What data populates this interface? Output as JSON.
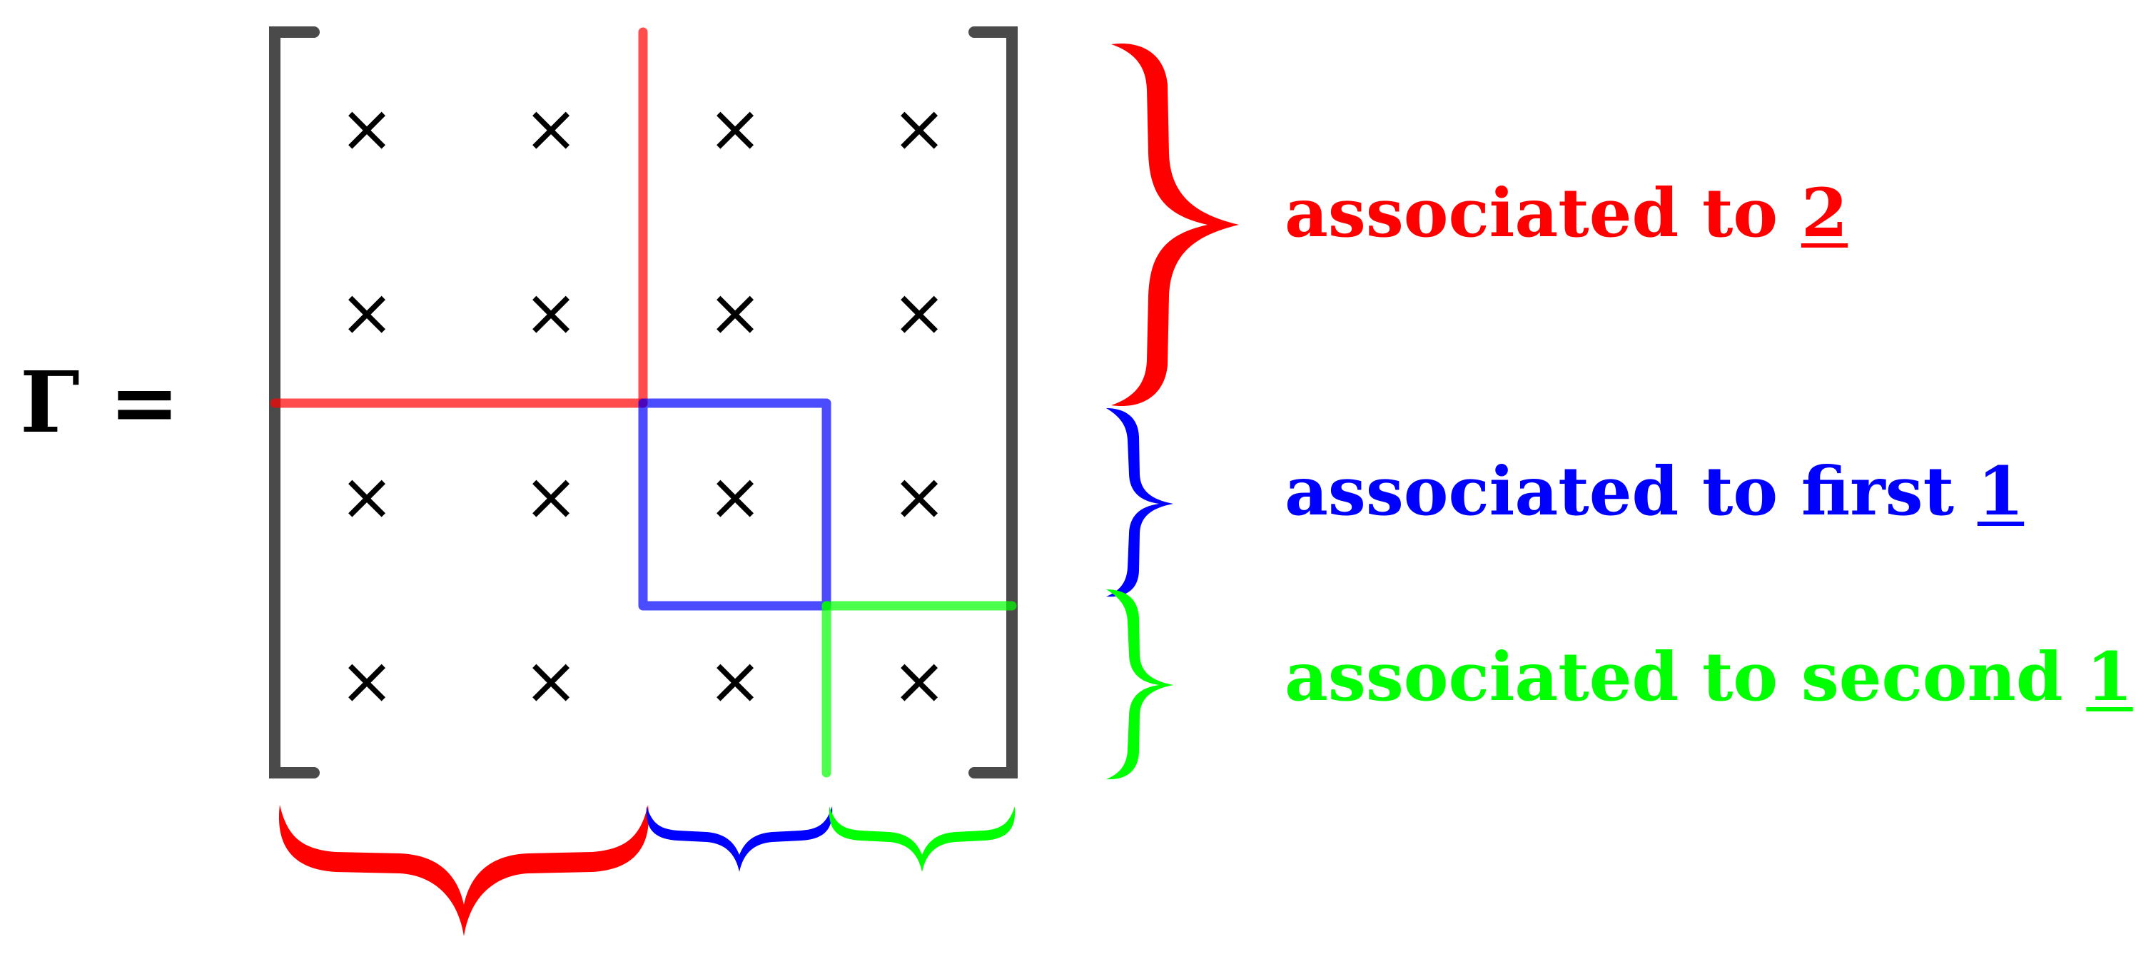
{
  "equation": {
    "lhs": "Γ",
    "equals": "="
  },
  "matrix": {
    "rows": 4,
    "cols": 4,
    "entry_symbol": "×"
  },
  "colors": {
    "red": "#ff0000",
    "blue": "#0000ff",
    "green": "#00ff00",
    "bracket": "#4a4a4a",
    "entry": "#000000"
  },
  "annotations": [
    {
      "id": "two",
      "prefix": "associated to ",
      "rep": "2",
      "color": "#ff0000"
    },
    {
      "id": "first-one",
      "prefix": "associated to first ",
      "rep": "1",
      "color": "#0000ff"
    },
    {
      "id": "second-one",
      "prefix": "associated to second ",
      "rep": "1",
      "color": "#00ff00"
    }
  ]
}
